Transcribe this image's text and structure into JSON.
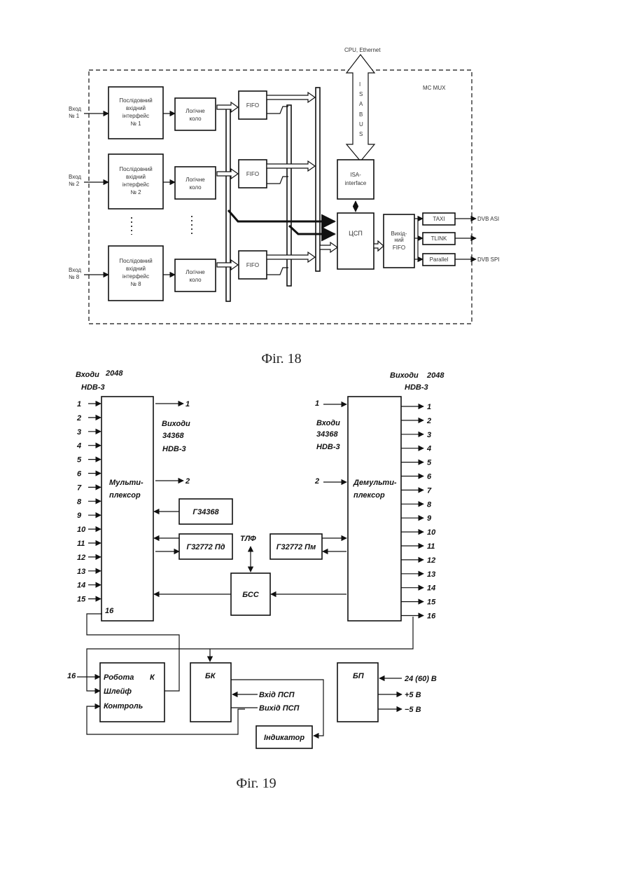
{
  "fig18": {
    "caption": "Фіг. 18",
    "top_label": "CPU, Ethernet",
    "mux_label": "MC MUX",
    "isa_bus": [
      "I",
      "S",
      "A",
      "B",
      "U",
      "S"
    ],
    "inputs": [
      {
        "label1": "Вход",
        "label2": "№ 1",
        "serial": [
          "Послідовний",
          "вхідний",
          "інтерфейс",
          "№ 1"
        ],
        "logic": [
          "Логічне",
          "коло"
        ]
      },
      {
        "label1": "Вход",
        "label2": "№ 2",
        "serial": [
          "Послідовний",
          "вхідний",
          "інтерфейс",
          "№ 2"
        ],
        "logic": [
          "Логічне",
          "коло"
        ]
      },
      {
        "label1": "Вход",
        "label2": "№ 8",
        "serial": [
          "Послідовний",
          "вхідний",
          "інтерфейс",
          "№ 8"
        ],
        "logic": [
          "Логічне",
          "коло"
        ]
      }
    ],
    "fifo": "FIFO",
    "isa_interface": [
      "ISA-",
      "interface"
    ],
    "csp": "ЦСП",
    "out_fifo": [
      "Вихід-",
      "ний",
      "FIFO"
    ],
    "outputs": [
      {
        "box": "TAXI",
        "label": "DVB ASI"
      },
      {
        "box": "TLINK",
        "label": ""
      },
      {
        "box": "Parallel",
        "label": "DVB SPI"
      }
    ]
  },
  "fig19": {
    "caption": "Фіг. 19",
    "inputs_title": [
      "Входи",
      "2048",
      "HDB-3"
    ],
    "outputs_title": [
      "Виходи",
      "2048",
      "HDB-3"
    ],
    "mux_label": [
      "Мульти-",
      "плексор"
    ],
    "demux_label": [
      "Демульти-",
      "плексор"
    ],
    "mux_out_title": [
      "Виходи",
      "34368",
      "HDB-3"
    ],
    "demux_in_title": [
      "Входи",
      "34368",
      "HDB-3"
    ],
    "mux_out_ports": [
      "1",
      "2"
    ],
    "demux_in_ports": [
      "1",
      "2"
    ],
    "left_ports": [
      "1",
      "2",
      "3",
      "4",
      "5",
      "6",
      "7",
      "8",
      "9",
      "10",
      "11",
      "12",
      "13",
      "14",
      "15"
    ],
    "port16": "16",
    "right_ports": [
      "1",
      "2",
      "3",
      "4",
      "5",
      "6",
      "7",
      "8",
      "9",
      "10",
      "11",
      "12",
      "13",
      "14",
      "15",
      "16"
    ],
    "g34368": "Г34368",
    "g32772pd": "Г32772 Пд",
    "g32772pm": "Г32772 Пм",
    "tlf": "ТЛФ",
    "bss": "БСС",
    "k_block": {
      "line1": "Робота",
      "k": "К",
      "line2": "Шлейф",
      "line3": "Контроль",
      "in": "16"
    },
    "bk": "БК",
    "psp_in": "Вхід ПСП",
    "psp_out": "Вихід ПСП",
    "indicator": "Індикатор",
    "bp": "БП",
    "power_in": "24 (60) В",
    "power_out": [
      "+5 В",
      "−5 В"
    ]
  }
}
